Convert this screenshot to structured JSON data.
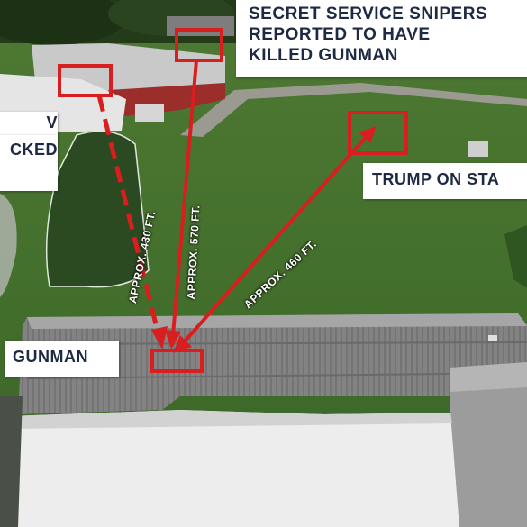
{
  "callouts": {
    "snipers": [
      "SECRET SERVICE SNIPERS",
      "REPORTED TO HAVE",
      "KILLED GUNMAN"
    ],
    "trump": "TRUMP ON STA",
    "gunman": "GUNMAN",
    "left_upper": "V",
    "left_lower": "CKED"
  },
  "distances": {
    "d430": "APPROX. 430 FT.",
    "d570": "APPROX. 570 FT.",
    "d460": "APPROX. 460 FT."
  },
  "colors": {
    "accent_red": "#d81e1e",
    "label_text": "#1e2a44",
    "label_bg": "#ffffff",
    "grass": "#3f6b2c",
    "roof": "#8a8a8a"
  },
  "icons": [
    "arrow-head-icon",
    "target-box-icon"
  ]
}
